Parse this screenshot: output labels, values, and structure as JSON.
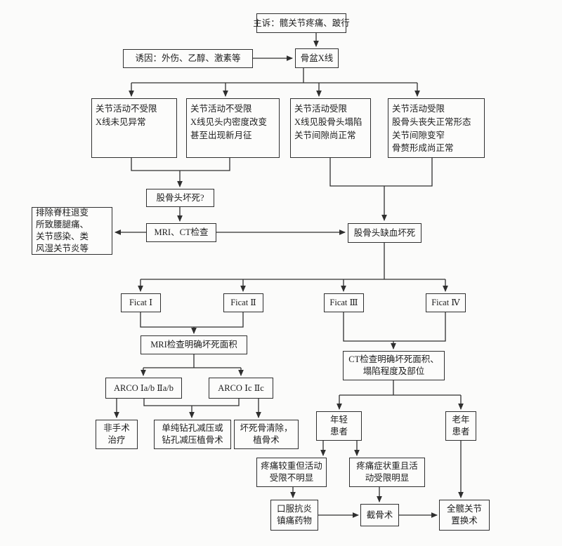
{
  "diagram": {
    "type": "flowchart",
    "language": "zh",
    "colors": {
      "background": "#fbfbfa",
      "line": "#2f2f2f",
      "box_background": "#fcfcfb",
      "text": "#1c1c1c"
    },
    "nodes": {
      "chief_complaint": {
        "lines": [
          "主诉：髋关节疼痛、跛行"
        ]
      },
      "trigger": {
        "lines": [
          "诱因：外伤、乙醇、激素等"
        ]
      },
      "pelvic_xray": {
        "lines": [
          "骨盆X线"
        ]
      },
      "stage1_finding": {
        "lines": [
          "关节活动不受限",
          "X线未见异常"
        ]
      },
      "stage2_finding": {
        "lines": [
          "关节活动不受限",
          "X线见头内密度改变",
          "甚至出现新月征"
        ]
      },
      "stage3_finding": {
        "lines": [
          "关节活动受限",
          "X线见股骨头塌陷",
          "关节间隙尚正常"
        ]
      },
      "stage4_finding": {
        "lines": [
          "关节活动受限",
          "股骨头丧失正常形态",
          "关节间隙变窄",
          "骨赘形成尚正常"
        ]
      },
      "suspected_necrosis": {
        "lines": [
          "股骨头坏死?"
        ]
      },
      "mri_ct_exam": {
        "lines": [
          "MRI、CT检查"
        ]
      },
      "exclusions": {
        "lines": [
          "排除脊柱退变",
          "所致腰腿痛、",
          "关节感染、类",
          "风湿关节炎等"
        ]
      },
      "avascular_necrosis": {
        "lines": [
          "股骨头缺血坏死"
        ]
      },
      "ficat1": {
        "lines": [
          "Ficat Ⅰ"
        ]
      },
      "ficat2": {
        "lines": [
          "Ficat Ⅱ"
        ]
      },
      "ficat3": {
        "lines": [
          "Ficat Ⅲ"
        ]
      },
      "ficat4": {
        "lines": [
          "Ficat Ⅳ"
        ]
      },
      "mri_area": {
        "lines": [
          "MRI检查明确坏死面积"
        ]
      },
      "ct_area": {
        "lines": [
          "CT检查明确坏死面积、",
          "塌陷程度及部位"
        ]
      },
      "arco_ab": {
        "lines": [
          "ARCO Ⅰa/b Ⅱa/b"
        ]
      },
      "arco_c": {
        "lines": [
          "ARCO Ⅰc Ⅱc"
        ]
      },
      "nonsurgical": {
        "lines": [
          "非手术",
          "治疗"
        ]
      },
      "core_decompression": {
        "lines": [
          "单纯钻孔减压或",
          "钻孔减压植骨术"
        ]
      },
      "debridement_graft": {
        "lines": [
          "坏死骨清除，",
          "植骨术"
        ]
      },
      "young_patient": {
        "lines": [
          "年轻",
          "患者"
        ]
      },
      "old_patient": {
        "lines": [
          "老年",
          "患者"
        ]
      },
      "pain_mild_limit": {
        "lines": [
          "疼痛较重但活动",
          "受限不明显"
        ]
      },
      "pain_severe_limit": {
        "lines": [
          "疼痛症状重且活",
          "动受限明显"
        ]
      },
      "oral_meds": {
        "lines": [
          "口服抗炎",
          "镇痛药物"
        ]
      },
      "osteotomy": {
        "lines": [
          "截骨术"
        ]
      },
      "total_hip": {
        "lines": [
          "全髋关节",
          "置换术"
        ]
      }
    }
  }
}
